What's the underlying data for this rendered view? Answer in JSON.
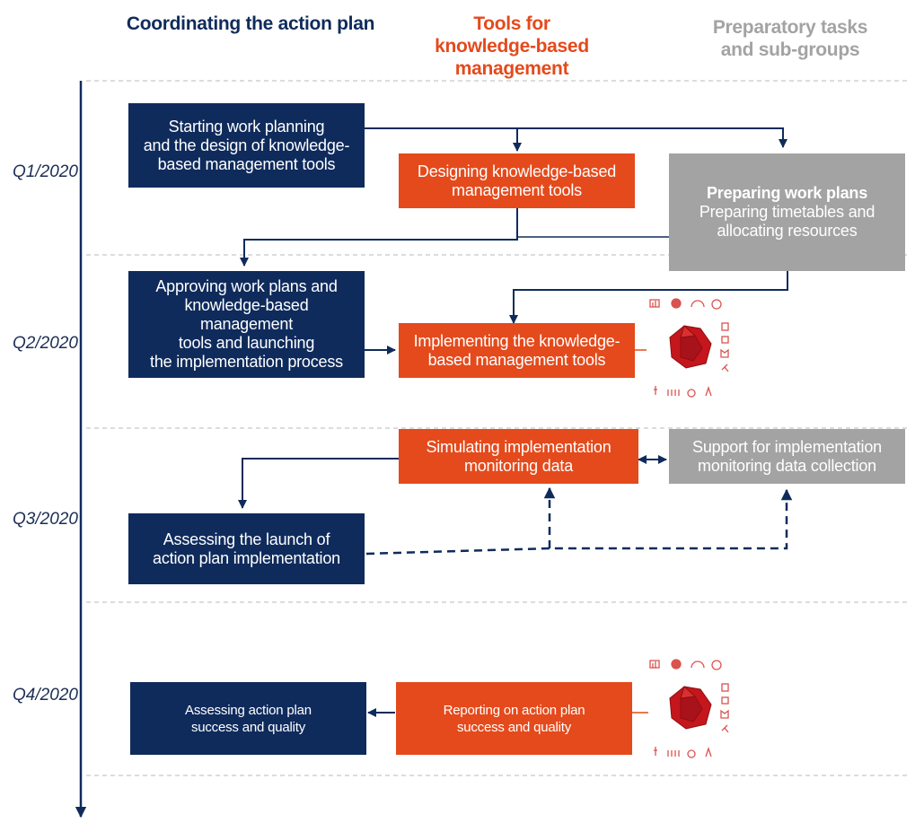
{
  "columns": {
    "coordinating": "Coordinating the action plan",
    "tools": "Tools for\nknowledge-based\nmanagement",
    "preparatory": "Preparatory tasks\nand sub-groups"
  },
  "quarters": [
    "Q1/2020",
    "Q2/2020",
    "Q3/2020",
    "Q4/2020"
  ],
  "boxes": {
    "starting_work": "Starting work planning\nand the design of knowledge-\nbased management tools",
    "designing_tools": "Designing knowledge-based\nmanagement tools",
    "preparing_title": "Preparing work plans",
    "preparing_body": "Preparing timetables and\nallocating resources",
    "approving": "Approving work plans and\nknowledge-based management\ntools and launching\nthe implementation process",
    "implementing": "Implementing the knowledge-\nbased management tools",
    "simulating": "Simulating implementation\nmonitoring data",
    "support": "Support for implementation\nmonitoring data collection",
    "assessing_launch": "Assessing the launch of\naction plan implementation",
    "assessing_success": "Assessing action plan\nsuccess and quality",
    "reporting": "Reporting on action plan\nsuccess and quality"
  },
  "colors": {
    "navy": "#0f2b5c",
    "orange": "#e44a1c",
    "gray": "#a3a3a3",
    "die_red": "#c4161c",
    "icon_red": "#d9534f"
  },
  "icons": [
    "bar-chart-icon",
    "pie-chart-icon",
    "gauge-icon",
    "stopwatch-icon",
    "document-icon",
    "building-icon",
    "factory-icon",
    "runner-icon",
    "person-icon",
    "group-icon",
    "wheelchair-icon",
    "walker-icon"
  ]
}
